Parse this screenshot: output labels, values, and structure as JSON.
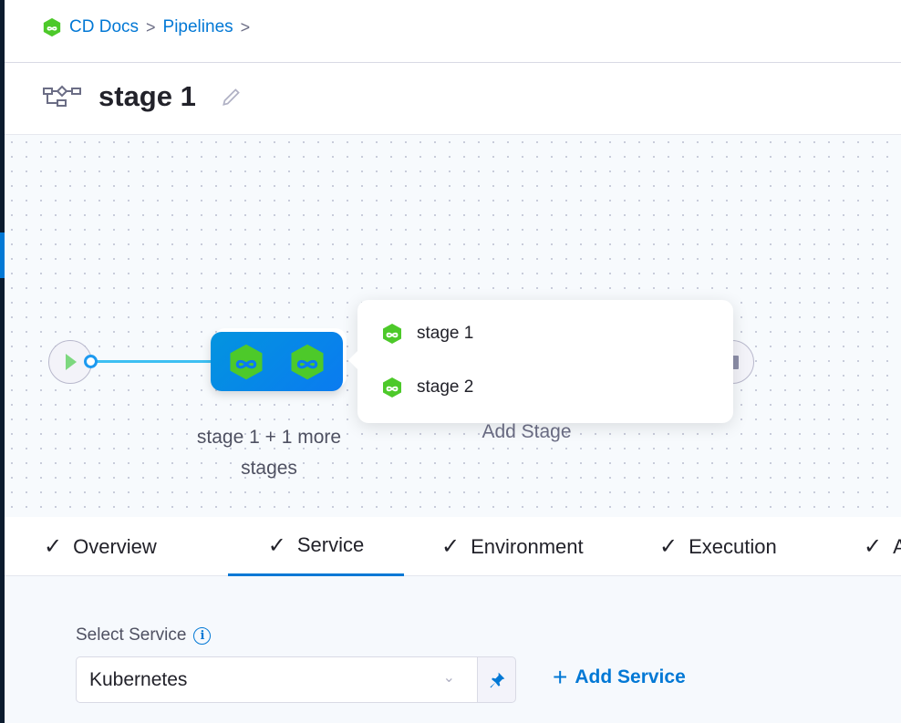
{
  "breadcrumb": {
    "items": [
      "CD Docs",
      "Pipelines"
    ],
    "separator": ">"
  },
  "header": {
    "title": "stage 1"
  },
  "canvas": {
    "group_label": "stage 1 + 1 more stages",
    "add_stage": "Add Stage",
    "popover_items": [
      {
        "label": "stage 1"
      },
      {
        "label": "stage 2"
      }
    ]
  },
  "tabs": [
    {
      "label": "Overview",
      "check": "✓"
    },
    {
      "label": "Service",
      "check": "✓",
      "active": true
    },
    {
      "label": "Environment",
      "check": "✓"
    },
    {
      "label": "Execution",
      "check": "✓"
    },
    {
      "label": "A",
      "check": "✓"
    }
  ],
  "service": {
    "label": "Select Service",
    "info_icon": "i",
    "selected": "Kubernetes",
    "add_label": "Add Service",
    "add_icon": "+"
  },
  "colors": {
    "accent": "#0278d5",
    "stage_green": "#4dc92a",
    "sidebar": "#0b1b2e"
  }
}
